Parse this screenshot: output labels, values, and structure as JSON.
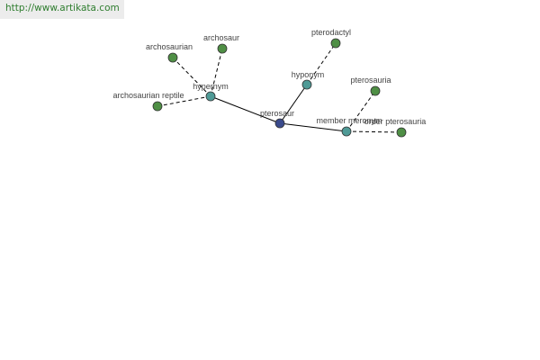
{
  "watermark": {
    "url": "http://www.artikata.com"
  },
  "colors": {
    "center": "#3a4a8c",
    "relation": "#4f9a96",
    "leaf": "#4f8f45",
    "watermark_text": "#2e7d2e"
  },
  "graph": {
    "nodes": [
      {
        "id": "pterosaur",
        "label": "pterosaur",
        "kind": "center"
      },
      {
        "id": "hypernym",
        "label": "hypernym",
        "kind": "relation"
      },
      {
        "id": "hyponym",
        "label": "hyponym",
        "kind": "relation"
      },
      {
        "id": "member-meronym",
        "label": "member meronym",
        "kind": "relation"
      },
      {
        "id": "archosaurian",
        "label": "archosaurian",
        "kind": "leaf"
      },
      {
        "id": "archosaur",
        "label": "archosaur",
        "kind": "leaf"
      },
      {
        "id": "archosaurian-reptile",
        "label": "archosaurian reptile",
        "kind": "leaf"
      },
      {
        "id": "pterodactyl",
        "label": "pterodactyl",
        "kind": "leaf"
      },
      {
        "id": "pterosauria",
        "label": "pterosauria",
        "kind": "leaf"
      },
      {
        "id": "order-pterosauria",
        "label": "order pterosauria",
        "kind": "leaf"
      }
    ],
    "edges": [
      {
        "from": "pterosaur",
        "to": "hypernym",
        "style": "solid"
      },
      {
        "from": "pterosaur",
        "to": "hyponym",
        "style": "solid"
      },
      {
        "from": "pterosaur",
        "to": "member-meronym",
        "style": "solid"
      },
      {
        "from": "hypernym",
        "to": "archosaurian",
        "style": "dashed"
      },
      {
        "from": "hypernym",
        "to": "archosaur",
        "style": "dashed"
      },
      {
        "from": "hypernym",
        "to": "archosaurian-reptile",
        "style": "dashed"
      },
      {
        "from": "hyponym",
        "to": "pterodactyl",
        "style": "dashed"
      },
      {
        "from": "member-meronym",
        "to": "pterosauria",
        "style": "dashed"
      },
      {
        "from": "member-meronym",
        "to": "order-pterosauria",
        "style": "dashed"
      }
    ]
  }
}
